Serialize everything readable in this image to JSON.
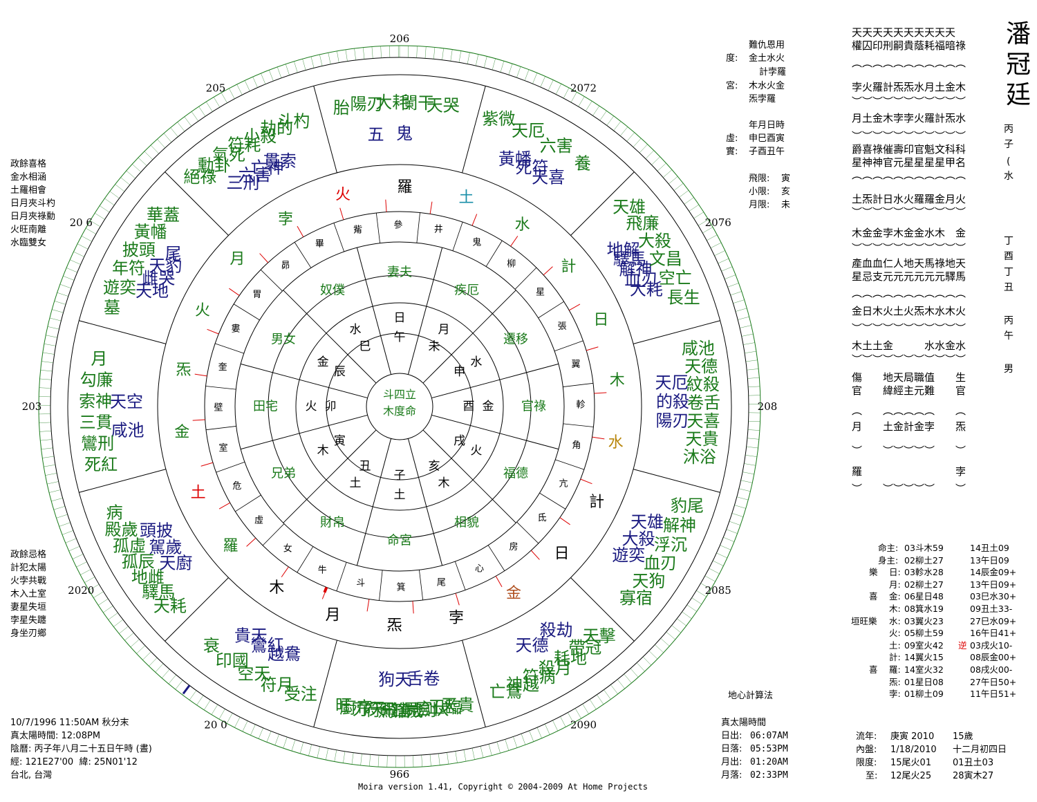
{
  "title": {
    "name_chars": [
      "潘",
      "冠",
      "廷"
    ]
  },
  "pillars_right": [
    "丙",
    "子",
    "(",
    "水",
    ")",
    "丁",
    "酉",
    "丁",
    "丑",
    "丙",
    "午",
    "男"
  ],
  "top_right_block": {
    "header": "難仇恩用",
    "rows": [
      {
        "label": "度:",
        "value": "金土水火"
      },
      {
        "label": "",
        "value": "計孛羅"
      },
      {
        "label": "宮:",
        "value": "木水火金"
      },
      {
        "label": "",
        "value": "炁孛羅"
      }
    ],
    "ymd_header": "年月日時",
    "ymd_rows": [
      {
        "label": "虛:",
        "value": "申巳酉寅"
      },
      {
        "label": "實:",
        "value": "子酉丑午"
      }
    ],
    "limits": [
      {
        "label": "飛限:",
        "value": "寅"
      },
      {
        "label": "小限:",
        "value": "亥"
      },
      {
        "label": "月限:",
        "value": "未"
      }
    ]
  },
  "star_table": {
    "rows": [
      "天天天天天天天天天天",
      "權囚印刑嗣貴蔭耗福暗祿",
      "︵︵︵︵︵︵︵︵︵︵︵",
      "孛火羅計炁炁水月土金木",
      "︶︶︶︶︶︶︶︶︶︶︶",
      "月土金木孛孛火羅計炁水",
      "︶︶︶︶︶︶︶︶︶︶︶",
      "爵喜祿催壽印官魁文科科",
      "星神神官元星星星星甲名",
      "︵︵︵︵︵︵︵︵︵︵︵",
      "土炁計日水火羅羅金月火",
      "︶︶︶︶︶︶︶︶︶︶︶",
      "木金金孛木金金水木　金",
      "︶︶︶︶︶︶︶︶︶︶︶",
      "產血血仁人地天馬祿地天",
      "星忌支元元元元元元驛馬",
      "︵︵︵︵︵︵︵︵︵︵︵",
      "金日木火土火炁木水木火",
      "︶︶︶︶︶︶︶︶︶︶︶",
      "木土土金　　　水水金水",
      "︶︶︶︶︶︶︶︶︶︶︶",
      "傷　　地天局職值　　生",
      "官　　緯經主元難　　官",
      "︵　　︵︵︵︵︵　　︵",
      "月　　土金計金孛　　炁",
      "︶　　︶︶︶︶︶　　︶",
      "羅　　　　　　　　　孛",
      "︶　　︶︶︶︶︶　　︶"
    ]
  },
  "left_notes_top": [
    "政餘喜格",
    "金水相涵",
    "土羅相會",
    "日月夾斗杓",
    "日月夾祿勳",
    "火旺南離",
    "水臨雙女"
  ],
  "left_notes_bottom": [
    "政餘忌格",
    "計犯太陽",
    "火孛共戰",
    "木入土室",
    "妻星失垣",
    "孛星失躔",
    "身坐刃鄉"
  ],
  "bottom_left": {
    "line1": "10/7/1996 11:50AM 秋分末",
    "line2": "真太陽時間: 12:08PM",
    "line3": "陰曆: 丙子年八月二十五日午時 (晝)",
    "line4": "經: 121E27'00  緯: 25N01'12",
    "line5": "台北, 台灣"
  },
  "bottom_mid": {
    "method": "地心計算法",
    "true_sun": "真太陽時間",
    "rows": [
      {
        "label": "日出:",
        "value": "06:07AM"
      },
      {
        "label": "日落:",
        "value": "05:53PM"
      },
      {
        "label": "月出:",
        "value": "01:20AM"
      },
      {
        "label": "月落:",
        "value": "02:33PM"
      }
    ]
  },
  "planets": [
    {
      "prefix": "",
      "label": "命主:",
      "a": "03斗木59",
      "b": "14丑土09"
    },
    {
      "prefix": "",
      "label": "身主:",
      "a": "02柳土27",
      "b": "13午日09"
    },
    {
      "prefix": "樂",
      "label": "日:",
      "a": "03軫水28",
      "b": "14辰金09+"
    },
    {
      "prefix": "",
      "label": "月:",
      "a": "02柳土27",
      "b": "13午日09+"
    },
    {
      "prefix": "喜",
      "label": "金:",
      "a": "06星日48",
      "b": "03巳水30+"
    },
    {
      "prefix": "",
      "label": "木:",
      "a": "08箕水19",
      "b": "09丑土33-"
    },
    {
      "prefix": "垣旺樂",
      "label": "水:",
      "a": "03翼火23",
      "b": "27巳水09+"
    },
    {
      "prefix": "",
      "label": "火:",
      "a": "05柳土59",
      "b": "16午日41+"
    },
    {
      "prefix": "",
      "label": "土:",
      "a": "09室火42",
      "rev": "逆",
      "b": "03戌火10-"
    },
    {
      "prefix": "",
      "label": "計:",
      "a": "14翼火15",
      "b": "08辰金00+"
    },
    {
      "prefix": "喜",
      "label": "羅:",
      "a": "14室火32",
      "b": "08戌火00-"
    },
    {
      "prefix": "",
      "label": "炁:",
      "a": "01星日08",
      "b": "27午日50+"
    },
    {
      "prefix": "",
      "label": "孛:",
      "a": "01柳土09",
      "b": "11午日51+"
    }
  ],
  "flow": [
    {
      "label": "流年:",
      "a": "庚寅 2010",
      "b": "15歲"
    },
    {
      "label": "內盤:",
      "a": "1/18/2010",
      "b": "十二月初四日"
    },
    {
      "label": "限度:",
      "a": "15尾火01",
      "b": "01丑土03"
    },
    {
      "label": "至:",
      "a": "12尾火25",
      "b": "28寅木27"
    }
  ],
  "copyright": "Moira version 1.41, Copyright © 2004-2009 At Home Projects",
  "wheel": {
    "center_text": [
      "斗四立",
      "木度命"
    ],
    "edge_labels": [
      "206",
      "2072",
      "2076",
      "208",
      "2085",
      "2090",
      "966",
      "20 0",
      "2020",
      "203",
      "20 6",
      "205"
    ],
    "mansions": [
      "井",
      "鬼",
      "柳",
      "星",
      "張",
      "翼",
      "軫",
      "角",
      "亢",
      "氐",
      "房",
      "心",
      "尾",
      "箕",
      "斗",
      "牛",
      "女",
      "虛",
      "危",
      "室",
      "壁",
      "奎",
      "婁",
      "胃",
      "昴",
      "畢",
      "觜",
      "參"
    ],
    "inner_branches": [
      "午",
      "未",
      "申",
      "酉",
      "戌",
      "亥",
      "子",
      "丑",
      "寅",
      "卯",
      "辰",
      "巳"
    ],
    "inner_branch_planets": [
      "日",
      "月",
      "水",
      "金",
      "火",
      "木",
      "土",
      "土",
      "木",
      "火",
      "金",
      "水"
    ],
    "palaces": [
      "命宮",
      "財帛",
      "兄弟",
      "田宅",
      "男女",
      "奴僕",
      "妻夫",
      "疾厄",
      "遷移",
      "官祿",
      "福德",
      "相貌"
    ],
    "planet_ring": [
      {
        "t": "火",
        "c": "#d00"
      },
      {
        "t": "羅",
        "c": "#000"
      },
      {
        "t": "土",
        "c": "#1a8fa8"
      },
      {
        "t": "水",
        "c": "#1a7a1a"
      },
      {
        "t": "計",
        "c": "#1a7a1a"
      },
      {
        "t": "日",
        "c": "#1a7a1a"
      },
      {
        "t": "木",
        "c": "#1a7a1a"
      },
      {
        "t": "水",
        "c": "#b8860b"
      },
      {
        "t": "計",
        "c": "#000"
      },
      {
        "t": "日",
        "c": "#000"
      },
      {
        "t": "金",
        "c": "#b05020"
      },
      {
        "t": "孛",
        "c": "#000"
      },
      {
        "t": "炁",
        "c": "#000"
      },
      {
        "t": "月",
        "c": "#000"
      },
      {
        "t": "木",
        "c": "#000"
      },
      {
        "t": "羅",
        "c": "#1a7a1a"
      },
      {
        "t": "土",
        "c": "#d00"
      },
      {
        "t": "金",
        "c": "#1a7a1a"
      },
      {
        "t": "炁",
        "c": "#1a7a1a"
      },
      {
        "t": "火",
        "c": "#1a7a1a"
      },
      {
        "t": "月",
        "c": "#1a7a1a"
      },
      {
        "t": "孛",
        "c": "#1a7a1a"
      }
    ],
    "outer_palace_stars": [
      {
        "navy": [
          "五",
          "鬼"
        ],
        "green": [
          "胎",
          "陽刃",
          "大耗",
          "闌干",
          "天哭"
        ]
      },
      {
        "navy": [
          "黃幡",
          "死符",
          "天喜"
        ],
        "green": [
          "紫微",
          "天厄",
          "六害",
          "養"
        ]
      },
      {
        "navy": [
          "地解",
          "驛馬",
          "解神",
          "血刃",
          "大耗"
        ],
        "green": [
          "天雄",
          "飛廉",
          "大殺",
          "文昌",
          "空亡",
          "長生"
        ]
      },
      {
        "navy": [
          "天厄",
          "的殺",
          "陽刃"
        ],
        "green": [
          "咸池",
          "天德",
          "紋殺",
          "卷舌",
          "天喜",
          "天貴",
          "沐浴"
        ]
      },
      {
        "navy": [
          "天雄",
          "大殺",
          "遊奕"
        ],
        "green": [
          "豹尾",
          "解神",
          "浮沉",
          "血刃",
          "天狗",
          "寡宿"
        ]
      },
      {
        "navy": [
          "殺劫",
          "天德"
        ],
        "green": [
          "天擊",
          "帶冠",
          "耗地",
          "殺月",
          "符病",
          "神越",
          "亡鴦"
        ]
      },
      {
        "navy": [
          "舌卷",
          "狗天"
        ],
        "green": [
          "天貴",
          "玉臨",
          "官伏",
          "屍劍",
          "鋒歲",
          "駕唐",
          "符飛",
          "刃天",
          "廚帝",
          "旺"
        ]
      },
      {
        "navy": [
          "越鴦",
          "鸞紅",
          "貴天"
        ],
        "green": [
          "受注",
          "符月",
          "空天",
          "印國",
          "衰"
        ]
      },
      {
        "navy": [
          "天廚",
          "駕歲",
          "頭披"
        ],
        "green": [
          "天耗",
          "驛馬",
          "地雌",
          "孤辰",
          "孤虛",
          "殿歲",
          "病"
        ]
      },
      {
        "navy": [
          "咸池",
          "天空"
        ],
        "green": [
          "死紅",
          "鸞刑",
          "三貫",
          "索神",
          "勾廉",
          "月"
        ]
      },
      {
        "navy": [
          "天地",
          "雌哭",
          "天豹",
          "尾"
        ],
        "green": [
          "墓",
          "遊奕",
          "年符",
          "披頭",
          "黃幡",
          "華蓋"
        ]
      },
      {
        "navy": [
          "三刑",
          "六害",
          "亡神",
          "貫索"
        ],
        "green": [
          "絕祿",
          "勳卦",
          "氣死",
          "符耗",
          "小殺",
          "劫的",
          "斗杓"
        ]
      }
    ]
  }
}
